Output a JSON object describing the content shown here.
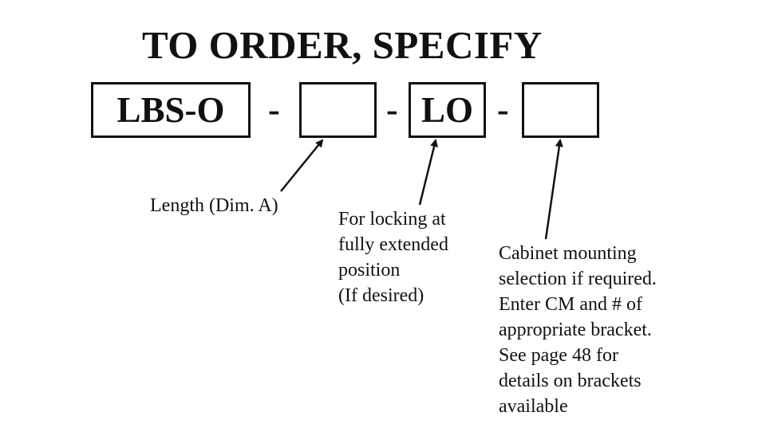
{
  "title": "TO ORDER, SPECIFY",
  "code_parts": {
    "base": "LBS-O",
    "length": "",
    "locking": "LO",
    "mounting": ""
  },
  "separator": "-",
  "notes": {
    "length": "Length (Dim. A)",
    "locking": "For locking at\nfully extended\nposition\n(If desired)",
    "mounting": "Cabinet mounting\nselection if required.\nEnter CM and # of\nappropriate bracket.\nSee page 48 for\ndetails on brackets\navailable"
  }
}
